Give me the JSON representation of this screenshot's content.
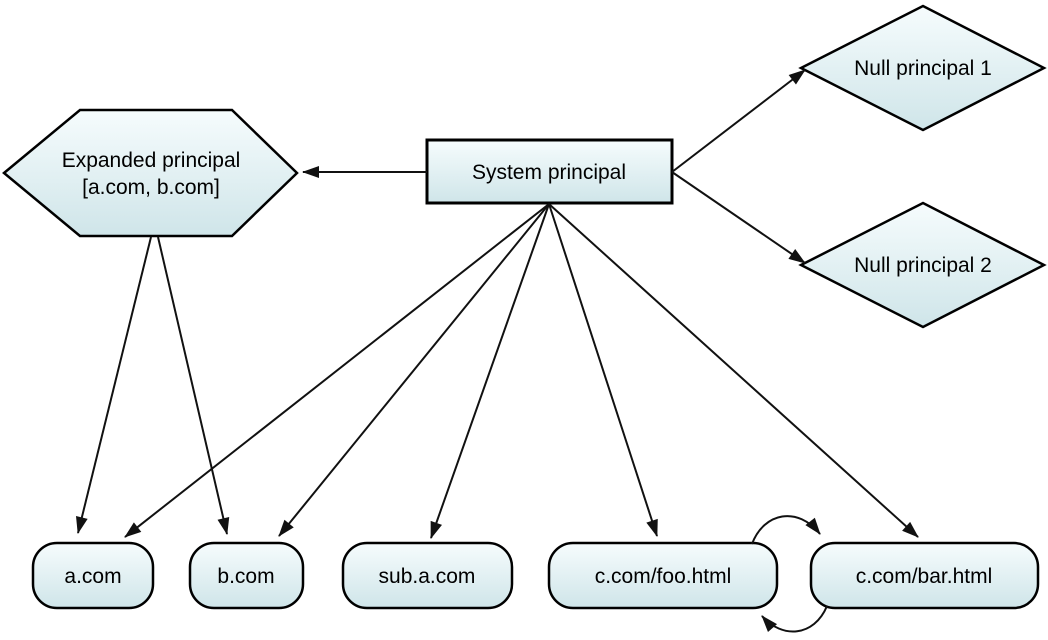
{
  "diagram": {
    "type": "node-edge-graph",
    "background": "#ffffff",
    "colors": {
      "node_fill_top": "#f6fcfd",
      "node_fill_bottom": "#cfe5e9",
      "node_border": "#000000",
      "edge_color": "#111111",
      "text_color": "#000000"
    },
    "nodes": {
      "system_principal": {
        "label": "System principal",
        "shape": "rectangle"
      },
      "expanded_principal": {
        "label": "Expanded principal",
        "sublabel": "[a.com, b.com]",
        "shape": "hexagon"
      },
      "null_principal_1": {
        "label": "Null principal 1",
        "shape": "diamond"
      },
      "null_principal_2": {
        "label": "Null principal 2",
        "shape": "diamond"
      },
      "a_com": {
        "label": "a.com",
        "shape": "stadium"
      },
      "b_com": {
        "label": "b.com",
        "shape": "stadium"
      },
      "sub_a_com": {
        "label": "sub.a.com",
        "shape": "stadium"
      },
      "c_com_foo": {
        "label": "c.com/foo.html",
        "shape": "stadium"
      },
      "c_com_bar": {
        "label": "c.com/bar.html",
        "shape": "stadium"
      }
    },
    "edges": [
      {
        "from": "system_principal",
        "to": "expanded_principal",
        "style": "straight"
      },
      {
        "from": "system_principal",
        "to": "null_principal_1",
        "style": "straight"
      },
      {
        "from": "system_principal",
        "to": "null_principal_2",
        "style": "straight"
      },
      {
        "from": "system_principal",
        "to": "a_com",
        "style": "straight"
      },
      {
        "from": "system_principal",
        "to": "b_com",
        "style": "straight"
      },
      {
        "from": "system_principal",
        "to": "sub_a_com",
        "style": "straight"
      },
      {
        "from": "system_principal",
        "to": "c_com_foo",
        "style": "straight"
      },
      {
        "from": "system_principal",
        "to": "c_com_bar",
        "style": "straight"
      },
      {
        "from": "expanded_principal",
        "to": "a_com",
        "style": "straight"
      },
      {
        "from": "expanded_principal",
        "to": "b_com",
        "style": "straight"
      },
      {
        "from": "c_com_foo",
        "to": "c_com_bar",
        "style": "curved-over-top"
      },
      {
        "from": "c_com_bar",
        "to": "c_com_foo",
        "style": "curved-under-bottom"
      }
    ]
  }
}
